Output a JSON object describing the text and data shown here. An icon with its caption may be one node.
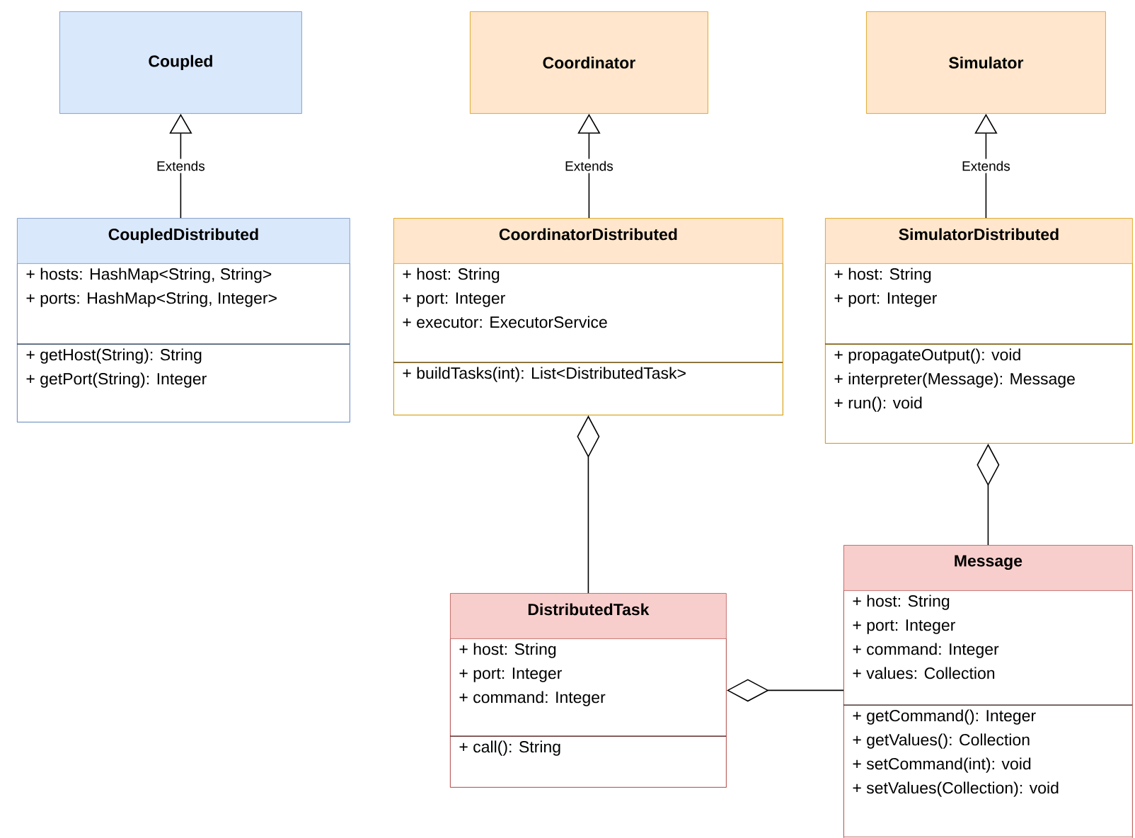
{
  "diagram": {
    "nodes": [
      {
        "text": [
          "Coupled"
        ]
      },
      {
        "text": [
          "Coordinator"
        ]
      },
      {
        "text": [
          "Simulator"
        ]
      },
      {
        "text": [
          "CoupledDistributed"
        ]
      },
      {
        "text": [
          "+ hosts: HashMap<String, String>",
          "+ ports: HashMap<String, Integer>"
        ],
        "in": 3
      },
      {
        "text": [
          "+ getHost(String): String",
          "+ getPort(String): Integer"
        ],
        "in": 3
      },
      {
        "text": [
          "CoordinatorDistributed"
        ]
      },
      {
        "text": [
          "+ host: String",
          "+ port: Integer",
          "+ executor: ExecutorService"
        ],
        "in": 6
      },
      {
        "text": [
          "+ buildTasks(int): List<DistributedTask>"
        ],
        "in": 6
      },
      {
        "text": [
          "SimulatorDistributed"
        ]
      },
      {
        "text": [
          "+ host: String",
          "+ port: Integer"
        ],
        "in": 9
      },
      {
        "text": [
          "+ propagateOutput(): void",
          "+ interpreter(Message): Message",
          "+ run(): void"
        ],
        "in": 9
      },
      {
        "text": [
          "DistributedTask"
        ]
      },
      {
        "text": [
          "+ host: String",
          "+ port: Integer",
          "+ command: Integer"
        ],
        "in": 12
      },
      {
        "text": [
          "+ call(): String"
        ],
        "in": 12
      },
      {
        "text": [
          "Message"
        ]
      },
      {
        "text": [
          "+ host: String",
          "+ port: Integer",
          "+ command: Integer",
          "+ values: Collection"
        ],
        "in": 15
      },
      {
        "text": [
          "+ getCommand(): Integer",
          "+ getValues(): Collection",
          "+ setCommand(int): void",
          "+ setValues(Collection): void"
        ],
        "in": 15
      }
    ],
    "edges": [
      {
        "from": 3,
        "to": 0,
        "arrow": "to",
        "label": "Extends"
      },
      {
        "from": 6,
        "to": 1,
        "arrow": "to",
        "label": "Extends"
      },
      {
        "from": 9,
        "to": 2,
        "arrow": "to",
        "label": "Extends"
      },
      {
        "from": 12,
        "to": 6,
        "arrow": "other"
      },
      {
        "from": 15,
        "to": 9,
        "arrow": "other"
      },
      {
        "from": 15,
        "to": 12,
        "arrow": "other"
      }
    ]
  }
}
